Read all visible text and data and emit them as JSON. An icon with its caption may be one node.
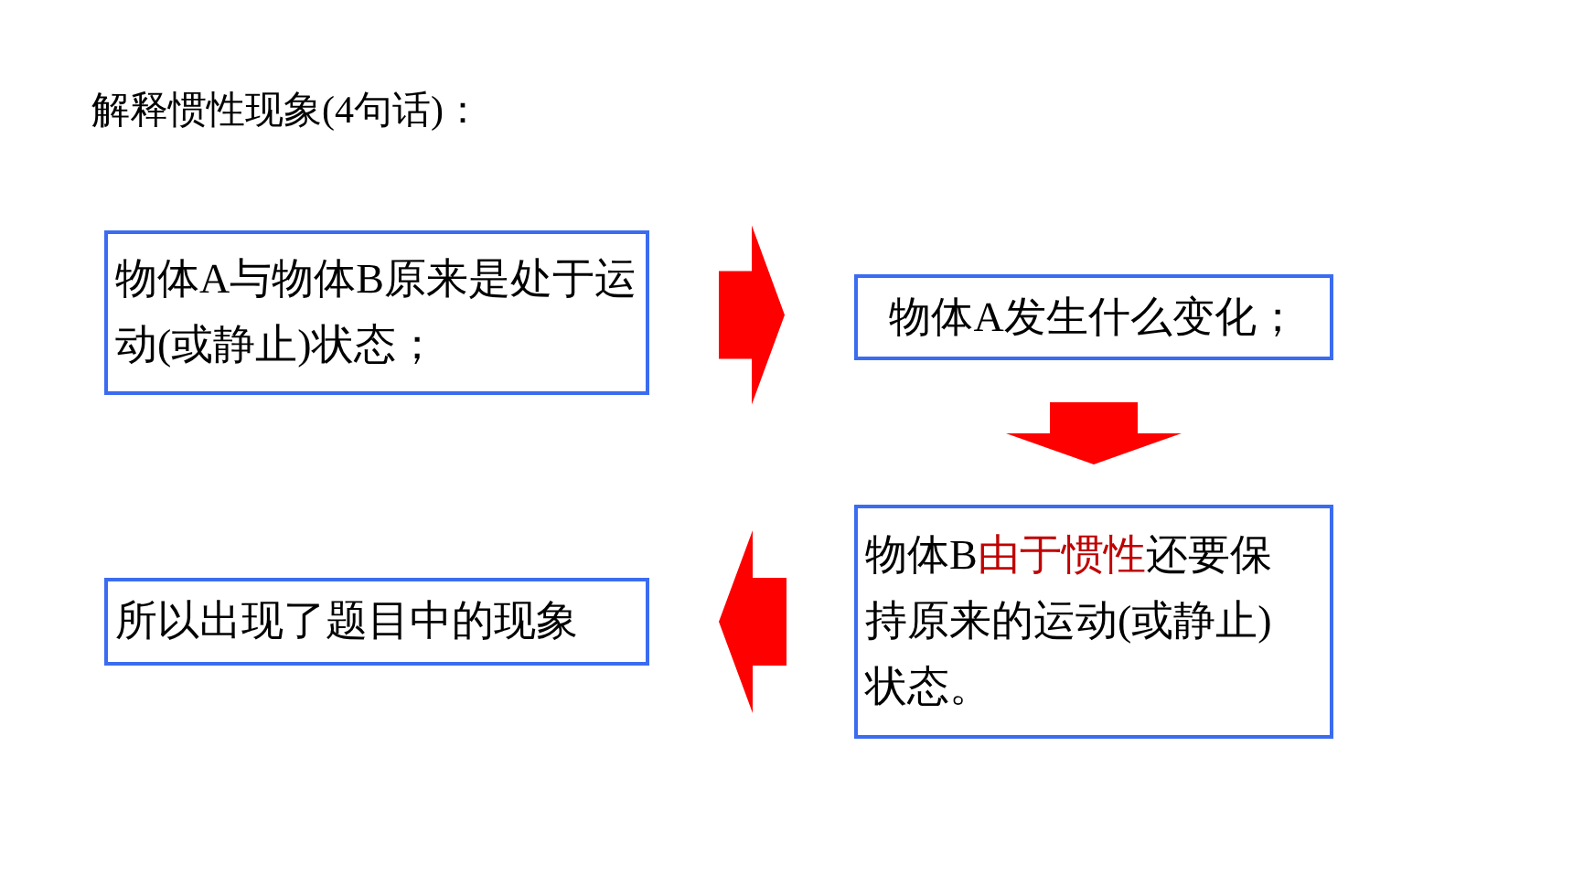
{
  "diagram": {
    "title": "解释惯性现象(4句话)：",
    "nodes": [
      {
        "text": [
          "物体A与物体B原来是处于运动(或静止)状态；"
        ]
      },
      {
        "text": [
          "物体A发生什么变化；"
        ]
      },
      {
        "text": [
          "物体B**由于惯性**还要保持原来的运动(或静止)状态。"
        ]
      },
      {
        "text": [
          "所以出现了题目中的现象"
        ]
      }
    ],
    "edges": [
      {
        "from": 0,
        "to": 1,
        "arrow": "to"
      },
      {
        "from": 1,
        "to": 2,
        "arrow": "to"
      },
      {
        "from": 2,
        "to": 3,
        "arrow": "to"
      }
    ]
  }
}
